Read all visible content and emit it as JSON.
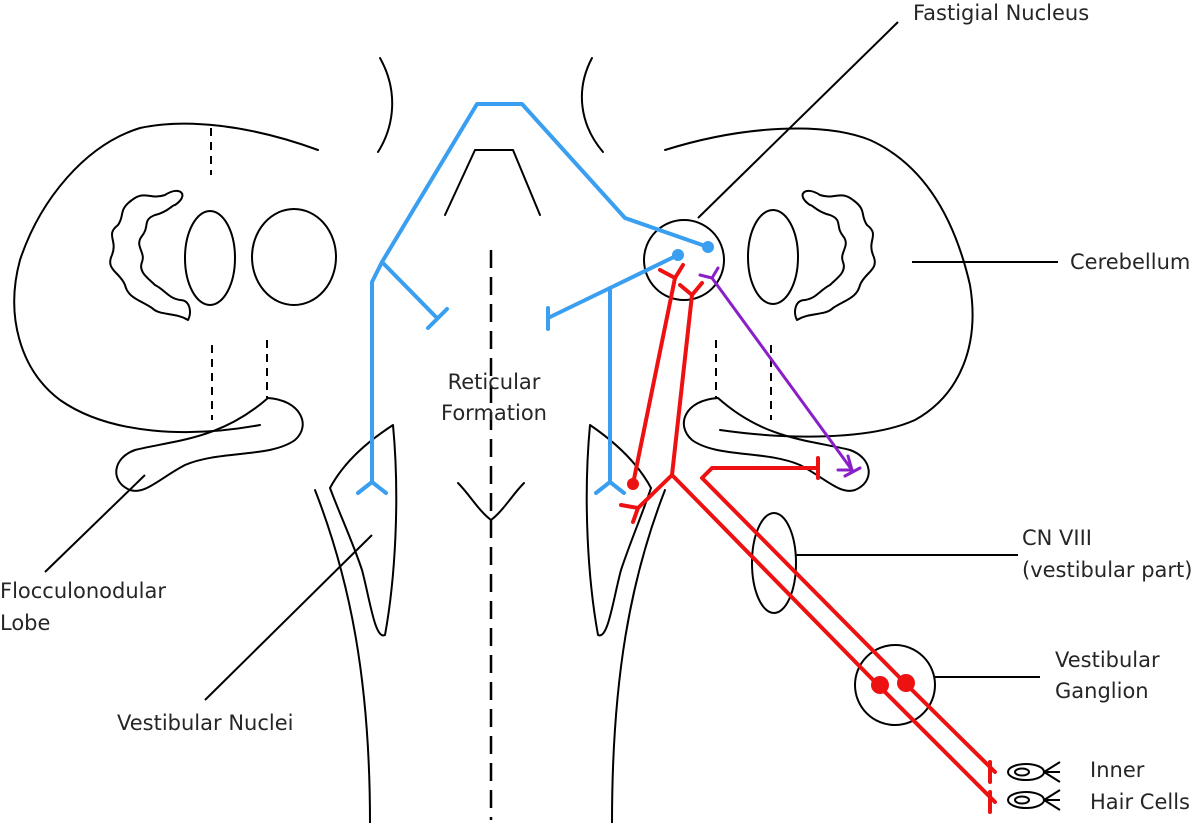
{
  "labels": {
    "fastigial": "Fastigial Nucleus",
    "cerebellum": "Cerebellum",
    "reticular_1": "Reticular",
    "reticular_2": "Formation",
    "flocculonodular_1": "Flocculonodular",
    "flocculonodular_2": "Lobe",
    "vestibular_nuclei": "Vestibular Nuclei",
    "cn8_1": "CN VIII",
    "cn8_2": "(vestibular part)",
    "ganglion_1": "Vestibular",
    "ganglion_2": "Ganglion",
    "hair_1": "Inner",
    "hair_2": "Hair Cells"
  },
  "colors": {
    "blue_pathway": "#3a9ff0",
    "red_pathway": "#ee1111",
    "purple_pathway": "#8a1fc8",
    "outline": "#000000",
    "label": "#262626"
  }
}
